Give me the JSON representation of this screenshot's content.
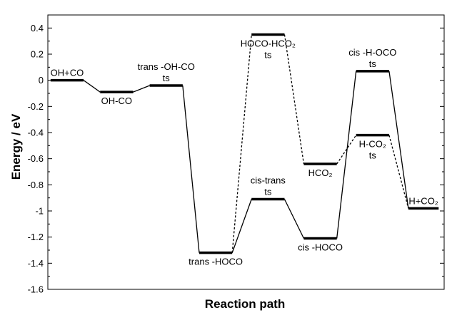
{
  "chart_data": {
    "type": "line",
    "title": "",
    "xlabel": "Reaction path",
    "ylabel": "Energy / eV",
    "ylim": [
      -1.6,
      0.5
    ],
    "yticks": [
      "0.4",
      "0.2",
      "0",
      "-0.2",
      "-0.4",
      "-0.6",
      "-0.8",
      "-1",
      "-1.2",
      "-1.4",
      "-1.6"
    ],
    "ytick_values": [
      0.4,
      0.2,
      0,
      -0.2,
      -0.4,
      -0.6,
      -0.8,
      -1,
      -1.2,
      -1.4,
      -1.6
    ],
    "grid": false,
    "legend": "none",
    "levels": [
      {
        "id": "oh-co-reactants",
        "x0": 0.05,
        "x1": 0.65,
        "energy": 0.0,
        "label_lines": [
          "OH+CO"
        ],
        "label_pos": "above"
      },
      {
        "id": "oh-co-complex",
        "x0": 0.95,
        "x1": 1.55,
        "energy": -0.09,
        "label_lines": [
          "OH-CO"
        ],
        "label_pos": "below"
      },
      {
        "id": "trans-oh-co-ts",
        "x0": 1.85,
        "x1": 2.45,
        "energy": -0.04,
        "label_lines": [
          "trans -OH-CO",
          "ts"
        ],
        "label_pos": "above"
      },
      {
        "id": "trans-hoco",
        "x0": 2.75,
        "x1": 3.35,
        "energy": -1.32,
        "label_lines": [
          "trans -HOCO"
        ],
        "label_pos": "below"
      },
      {
        "id": "hoco-hco2-ts",
        "x0": 3.7,
        "x1": 4.3,
        "energy": 0.35,
        "label_lines": [
          "HOCO-HCO₂",
          "ts"
        ],
        "label_pos": "below"
      },
      {
        "id": "cis-trans-ts",
        "x0": 3.7,
        "x1": 4.3,
        "energy": -0.91,
        "label_lines": [
          "cis-trans",
          "ts"
        ],
        "label_pos": "above"
      },
      {
        "id": "hco2",
        "x0": 4.65,
        "x1": 5.25,
        "energy": -0.64,
        "label_lines": [
          "HCO₂"
        ],
        "label_pos": "below"
      },
      {
        "id": "cis-hoco",
        "x0": 4.65,
        "x1": 5.25,
        "energy": -1.21,
        "label_lines": [
          "cis -HOCO"
        ],
        "label_pos": "below"
      },
      {
        "id": "cis-h-oco-ts",
        "x0": 5.6,
        "x1": 6.2,
        "energy": 0.07,
        "label_lines": [
          "cis -H-OCO",
          "ts"
        ],
        "label_pos": "above"
      },
      {
        "id": "h-co2-ts",
        "x0": 5.6,
        "x1": 6.2,
        "energy": -0.42,
        "label_lines": [
          "H-CO₂",
          "ts"
        ],
        "label_pos": "below"
      },
      {
        "id": "h-co2-products",
        "x0": 6.55,
        "x1": 7.1,
        "energy": -0.98,
        "label_lines": [
          "H+CO₂"
        ],
        "label_pos": "above"
      }
    ],
    "connections": [
      {
        "from": "oh-co-reactants",
        "to": "oh-co-complex",
        "style": "solid"
      },
      {
        "from": "oh-co-complex",
        "to": "trans-oh-co-ts",
        "style": "solid"
      },
      {
        "from": "trans-oh-co-ts",
        "to": "trans-hoco",
        "style": "solid"
      },
      {
        "from": "trans-hoco",
        "to": "cis-trans-ts",
        "style": "solid"
      },
      {
        "from": "cis-trans-ts",
        "to": "cis-hoco",
        "style": "solid"
      },
      {
        "from": "cis-hoco",
        "to": "cis-h-oco-ts",
        "style": "solid"
      },
      {
        "from": "cis-h-oco-ts",
        "to": "h-co2-products",
        "style": "solid"
      },
      {
        "from": "trans-hoco",
        "to": "hoco-hco2-ts",
        "style": "dashed"
      },
      {
        "from": "hoco-hco2-ts",
        "to": "hco2",
        "style": "dashed"
      },
      {
        "from": "hco2",
        "to": "h-co2-ts",
        "style": "dashed"
      },
      {
        "from": "h-co2-ts",
        "to": "h-co2-products",
        "style": "dashed"
      }
    ]
  }
}
